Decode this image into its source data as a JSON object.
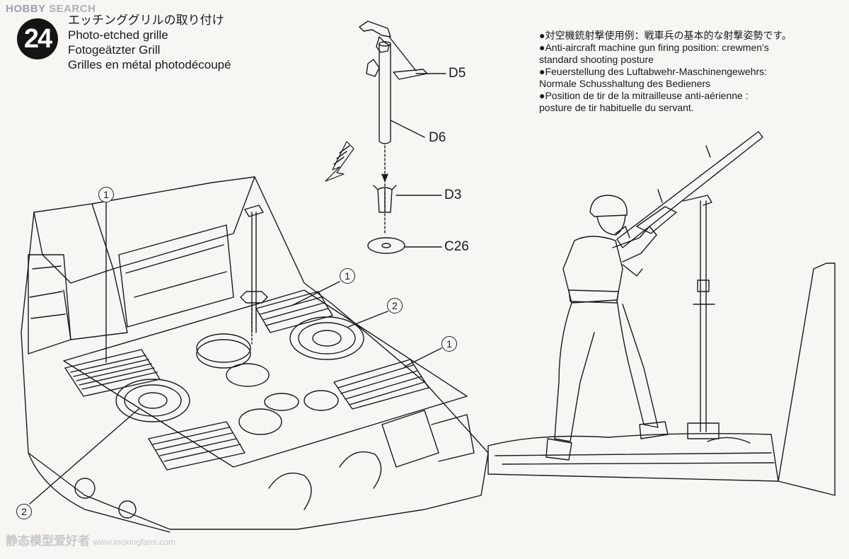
{
  "watermark_top": {
    "brand": "HOBBY",
    "word": "SEARCH"
  },
  "step": {
    "number": "24",
    "title_ja": "エッチンググリルの取り付け",
    "title_en": "Photo-etched grille",
    "title_de": "Fotogeätzter Grill",
    "title_fr": "Grilles en métal photodécoupé"
  },
  "note": [
    "●対空機銃射撃使用例：戦車兵の基本的な射撃姿勢です。",
    "●Anti-aircraft machine gun firing position: crewmen’s",
    "standard shooting posture",
    "●Feuerstellung des Luftabwehr-Maschinengewehrs:",
    "Normale Schusshaltung des Bedieners",
    "●Position de tir de la mitrailleuse anti-aérienne :",
    "posture de tir habituelle du servant."
  ],
  "parts": {
    "d5": "D5",
    "d6": "D6",
    "d3": "D3",
    "c26": "C26"
  },
  "callouts": {
    "c1": "1",
    "c2": "2"
  },
  "watermark_bottom": {
    "cn": "静态模型爱好者",
    "url": "www.moxingfans.com"
  }
}
